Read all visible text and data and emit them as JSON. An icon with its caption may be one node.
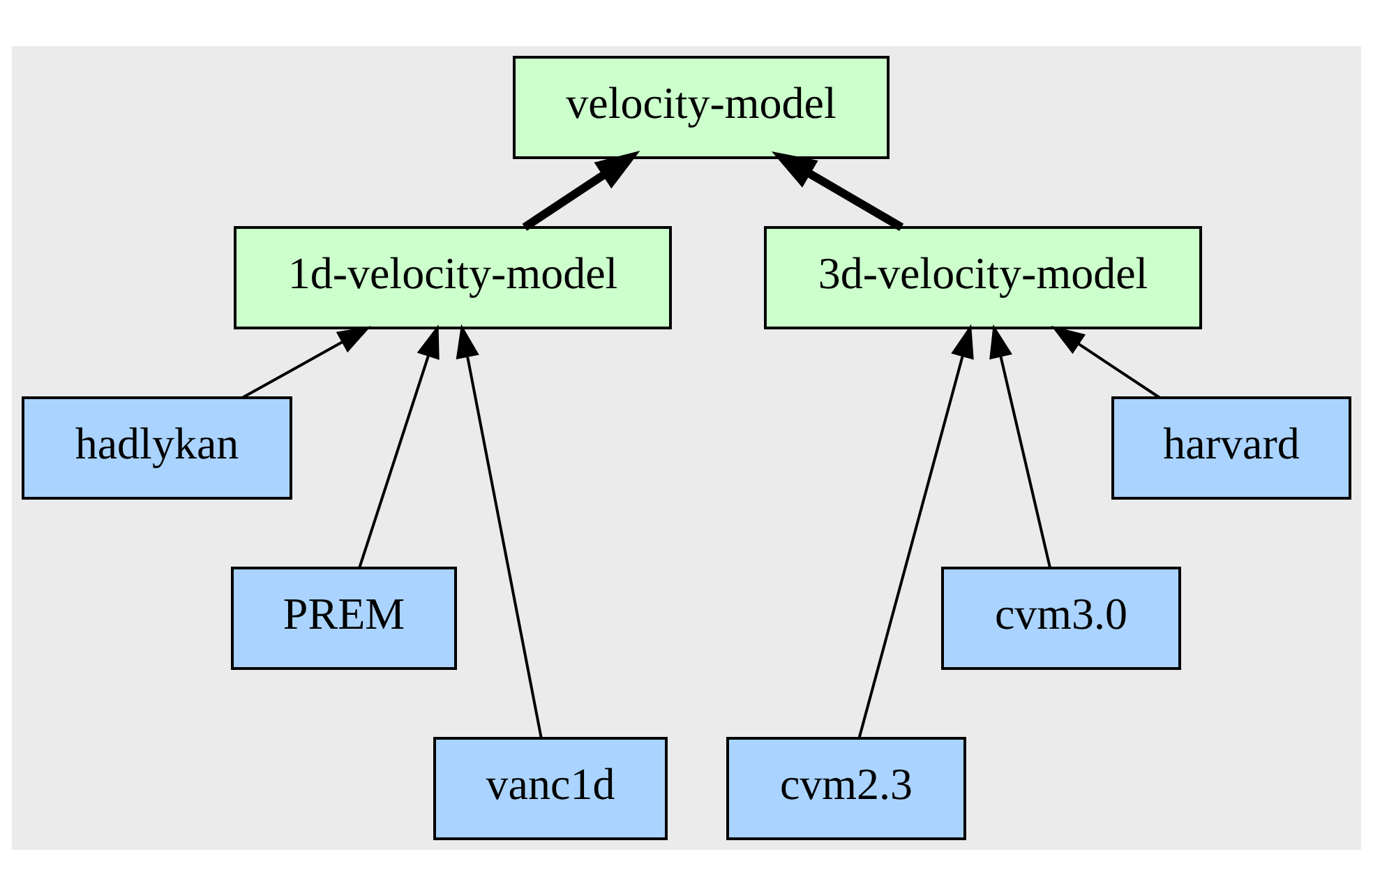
{
  "diagram": {
    "nodes": [
      {
        "text": [
          "velocity-model"
        ]
      },
      {
        "text": [
          "1d-velocity-model"
        ]
      },
      {
        "text": [
          "3d-velocity-model"
        ]
      },
      {
        "text": [
          "hadlykan"
        ]
      },
      {
        "text": [
          "PREM"
        ]
      },
      {
        "text": [
          "vanc1d"
        ]
      },
      {
        "text": [
          "cvm2.3"
        ]
      },
      {
        "text": [
          "cvm3.0"
        ]
      },
      {
        "text": [
          "harvard"
        ]
      }
    ],
    "edges": [
      {
        "from": 1,
        "to": 0,
        "arrow": "to",
        "style": "thick"
      },
      {
        "from": 2,
        "to": 0,
        "arrow": "to",
        "style": "thick"
      },
      {
        "from": 3,
        "to": 1,
        "arrow": "to"
      },
      {
        "from": 4,
        "to": 1,
        "arrow": "to"
      },
      {
        "from": 5,
        "to": 1,
        "arrow": "to"
      },
      {
        "from": 6,
        "to": 2,
        "arrow": "to"
      },
      {
        "from": 7,
        "to": 2,
        "arrow": "to"
      },
      {
        "from": 8,
        "to": 2,
        "arrow": "to"
      }
    ]
  }
}
